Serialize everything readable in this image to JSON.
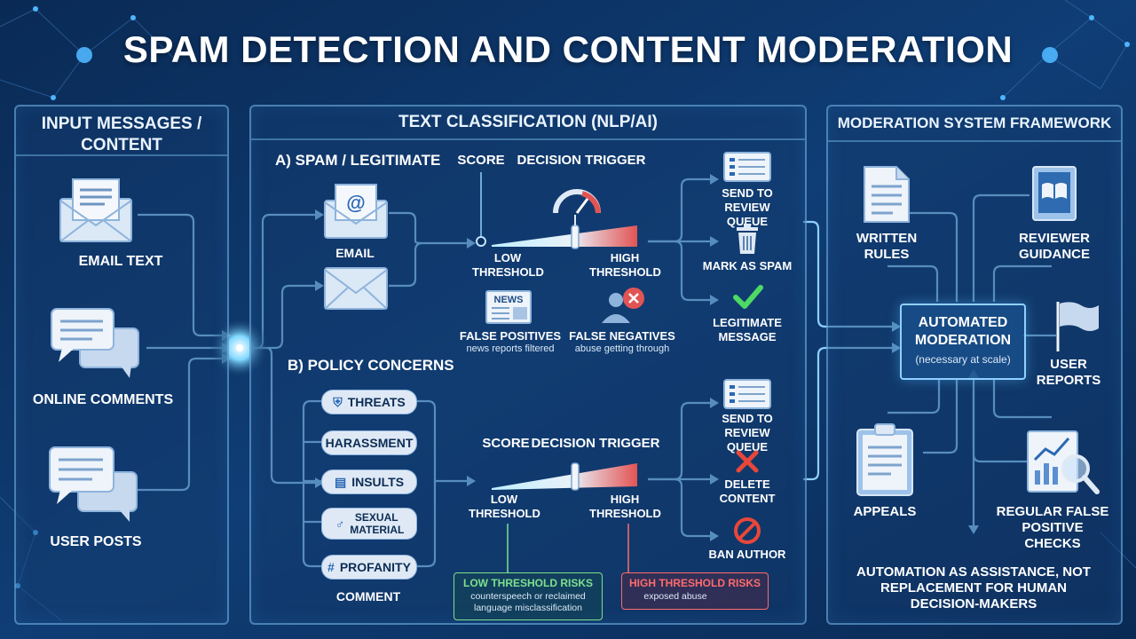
{
  "title": "SPAM DETECTION AND CONTENT MODERATION",
  "input_panel": {
    "heading": "INPUT MESSAGES / CONTENT",
    "items": [
      "EMAIL TEXT",
      "ONLINE COMMENTS",
      "USER POSTS"
    ]
  },
  "classification_panel": {
    "heading": "TEXT CLASSIFICATION (NLP/AI)",
    "section_a": {
      "label": "A) SPAM / LEGITIMATE",
      "email_label": "EMAIL",
      "score_label": "SCORE",
      "trigger_label": "DECISION TRIGGER",
      "low_label": "LOW THRESHOLD",
      "high_label": "HIGH THRESHOLD",
      "fp_title": "FALSE POSITIVES",
      "fp_sub": "news reports filtered",
      "fn_title": "FALSE NEGATIVES",
      "fn_sub": "abuse getting through",
      "news_icon_text": "NEWS",
      "outputs": [
        "SEND TO REVIEW QUEUE",
        "MARK AS SPAM",
        "LEGITIMATE MESSAGE"
      ]
    },
    "section_b": {
      "label": "B) POLICY CONCERNS",
      "concerns": [
        "THREATS",
        "HARASSMENT",
        "INSULTS",
        "SEXUAL MATERIAL",
        "PROFANITY"
      ],
      "comment_label": "COMMENT",
      "score_label": "SCORE",
      "trigger_label": "DECISION TRIGGER",
      "low_label": "LOW THRESHOLD",
      "high_label": "HIGH THRESHOLD",
      "low_risk_title": "LOW THRESHOLD RISKS",
      "low_risk_sub": "counterspeech or reclaimed language misclassification",
      "high_risk_title": "HIGH THRESHOLD RISKS",
      "high_risk_sub": "exposed abuse",
      "outputs": [
        "SEND TO REVIEW QUEUE",
        "DELETE CONTENT",
        "BAN AUTHOR"
      ]
    }
  },
  "framework_panel": {
    "heading": "MODERATION SYSTEM FRAMEWORK",
    "written_rules": "WRITTEN RULES",
    "reviewer_guidance": "REVIEWER GUIDANCE",
    "center_title": "AUTOMATED MODERATION",
    "center_sub": "(necessary at scale)",
    "user_reports": "USER REPORTS",
    "appeals": "APPEALS",
    "checks": "REGULAR FALSE POSITIVE CHECKS",
    "footer": "AUTOMATION AS ASSISTANCE, NOT REPLACEMENT FOR HUMAN DECISION-MAKERS"
  },
  "colors": {
    "background": "#0b2f5e",
    "accent": "#5fc3ff",
    "low_risk": "#7ee08f",
    "high_risk": "#ff6b6b",
    "check": "#4cd964",
    "delete": "#e8473a"
  }
}
